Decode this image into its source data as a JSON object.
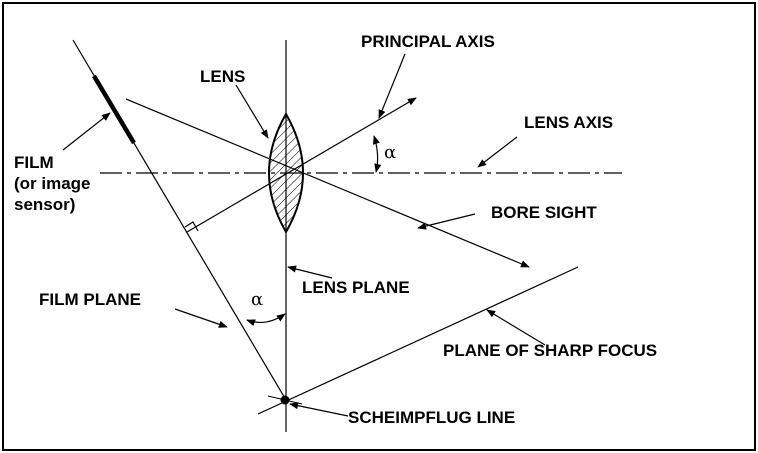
{
  "labels": {
    "principal_axis": "PRINCIPAL AXIS",
    "lens": "LENS",
    "lens_axis": "LENS AXIS",
    "film_line1": "FILM",
    "film_line2": "(or image",
    "film_line3": "sensor)",
    "bore_sight": "BORE SIGHT",
    "film_plane": "FILM PLANE",
    "lens_plane": "LENS PLANE",
    "plane_of_sharp_focus": "PLANE OF SHARP FOCUS",
    "scheimpflug_line": "SCHEIMPFLUG LINE",
    "alpha_top": "α",
    "alpha_bottom": "α"
  }
}
